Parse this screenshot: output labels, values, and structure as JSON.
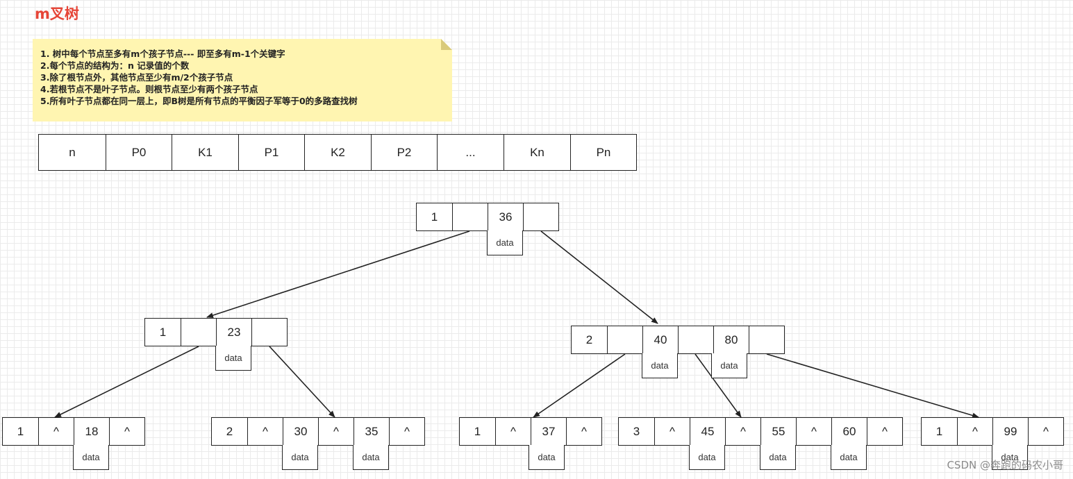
{
  "title": "m叉树",
  "note_lines": [
    "1. 树中每个节点至多有m个孩子节点--- 即至多有m-1个关键字",
    "2.每个节点的结构为：n 记录值的个数",
    "3.除了根节点外，其他节点至少有m/2个孩子节点",
    "4.若根节点不是叶子节点。则根节点至少有两个孩子节点",
    "5.所有叶子节点都在同一层上，即B树是所有节点的平衡因子军等于0的多路查找树"
  ],
  "node_structure": [
    "n",
    "P0",
    "K1",
    "P1",
    "K2",
    "P2",
    "...",
    "Kn",
    "Pn"
  ],
  "tree": {
    "root": {
      "cells": [
        "1",
        "",
        "36",
        ""
      ],
      "data_label": "data"
    },
    "level1_left": {
      "cells": [
        "1",
        "",
        "23",
        ""
      ],
      "data_label": "data"
    },
    "level1_right": {
      "cells": [
        "2",
        "",
        "40",
        "",
        "80",
        ""
      ],
      "data_labels": [
        "data",
        "data"
      ]
    },
    "leaves": [
      {
        "cells": [
          "1",
          "^",
          "18",
          "^"
        ],
        "data_labels": [
          "data"
        ]
      },
      {
        "cells": [
          "2",
          "^",
          "30",
          "^",
          "35",
          "^"
        ],
        "data_labels": [
          "data",
          "data"
        ]
      },
      {
        "cells": [
          "1",
          "^",
          "37",
          "^"
        ],
        "data_labels": [
          "data"
        ]
      },
      {
        "cells": [
          "3",
          "^",
          "45",
          "^",
          "55",
          "^",
          "60",
          "^"
        ],
        "data_labels": [
          "data",
          "data",
          "data"
        ]
      },
      {
        "cells": [
          "1",
          "^",
          "99",
          "^"
        ],
        "data_labels": [
          "data"
        ]
      }
    ]
  },
  "watermark": "CSDN @奔跑的码农小哥",
  "colors": {
    "title": "#e64537",
    "note_bg": "#fff5b1",
    "note_fold": "#d9ca7b",
    "line": "#222222"
  }
}
